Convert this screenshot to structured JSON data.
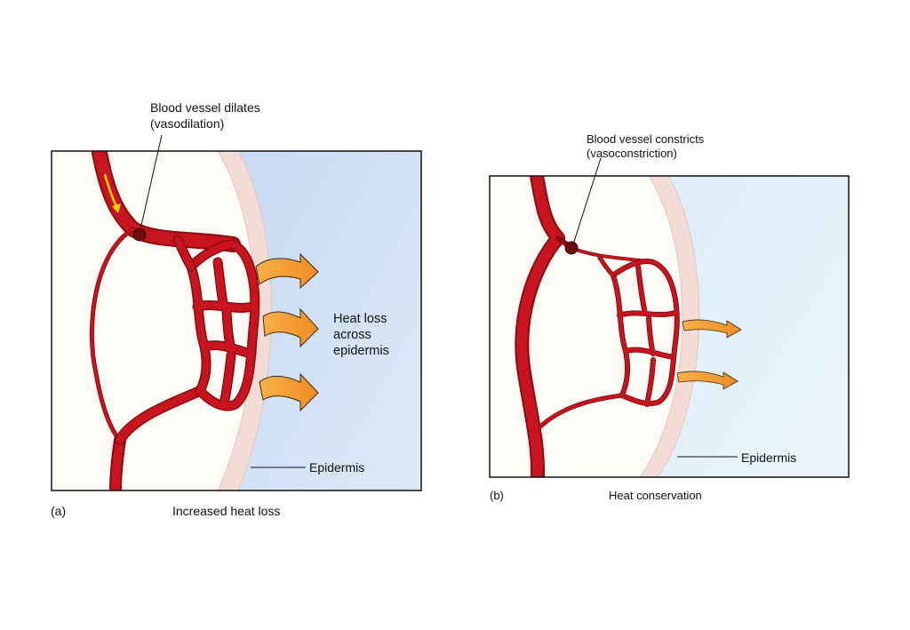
{
  "panel_a": {
    "letter": "(a)",
    "caption": "Increased heat loss",
    "vessel_label_line1": "Blood vessel dilates",
    "vessel_label_line2": "(vasodilation)",
    "heat_label_line1": "Heat loss",
    "heat_label_line2": "across",
    "heat_label_line3": "epidermis",
    "epidermis_label": "Epidermis"
  },
  "panel_b": {
    "letter": "(b)",
    "caption": "Heat conservation",
    "vessel_label_line1": "Blood vessel constricts",
    "vessel_label_line2": "(vasoconstriction)",
    "epidermis_label": "Epidermis"
  },
  "colors": {
    "vessel": "#c8141e",
    "vessel_dark": "#8e0a10",
    "epidermis": "#f3dcd6",
    "outside_a": "#cfe0f5",
    "outside_b": "#e2f0f8",
    "heat_arrow": "#f2a33a",
    "flow_arrow": "#f5d400"
  }
}
